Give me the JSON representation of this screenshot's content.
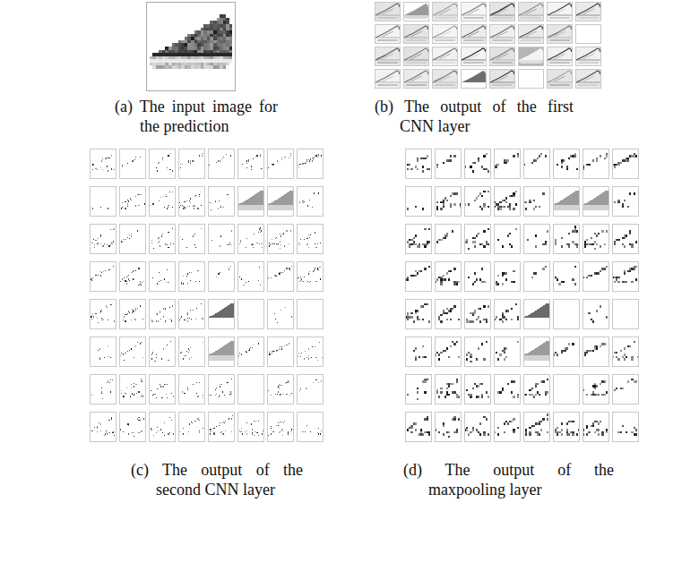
{
  "diagram": {
    "labels": [
      "(a) The input image for the prediction",
      "(b) The output of the first CNN layer",
      "(c) The output of the second CNN layer",
      "(d) The output of the maxpooling layer"
    ]
  }
}
